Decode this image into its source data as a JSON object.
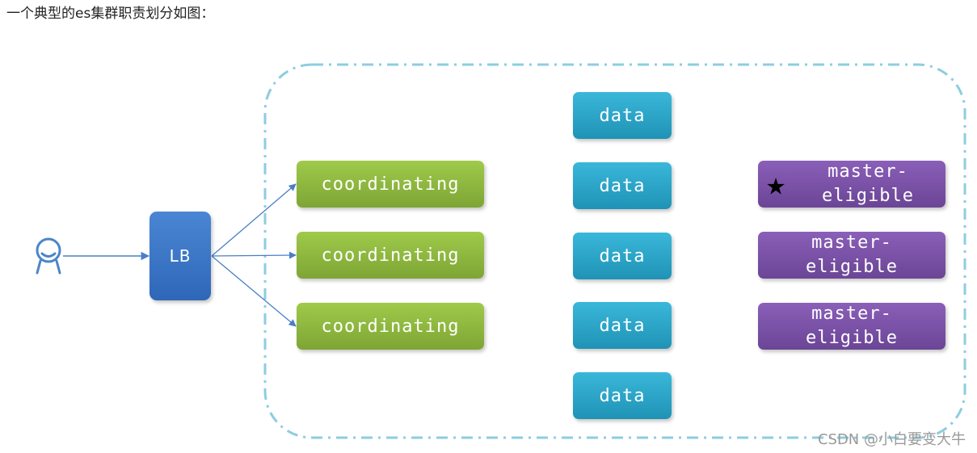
{
  "caption": "一个典型的es集群职责划分如图：",
  "colors": {
    "lb": "#3a76c8",
    "coordinating": "#8fb83f",
    "data": "#2aa7cc",
    "master": "#7a52a8",
    "cluster_border": "#8dcde0",
    "arrow": "#4a7fc6"
  },
  "client": {
    "icon": "user-icon"
  },
  "lb": {
    "label": "LB"
  },
  "coordinating_nodes": [
    {
      "label": "coordinating"
    },
    {
      "label": "coordinating"
    },
    {
      "label": "coordinating"
    }
  ],
  "data_nodes": [
    {
      "label": "data"
    },
    {
      "label": "data"
    },
    {
      "label": "data"
    },
    {
      "label": "data"
    },
    {
      "label": "data"
    }
  ],
  "master_nodes": [
    {
      "label": "master-\neligible",
      "elected": true,
      "icon": "star-icon"
    },
    {
      "label": "master-\neligible"
    },
    {
      "label": "master-\neligible"
    }
  ],
  "watermark": "CSDN @小白要变大牛"
}
